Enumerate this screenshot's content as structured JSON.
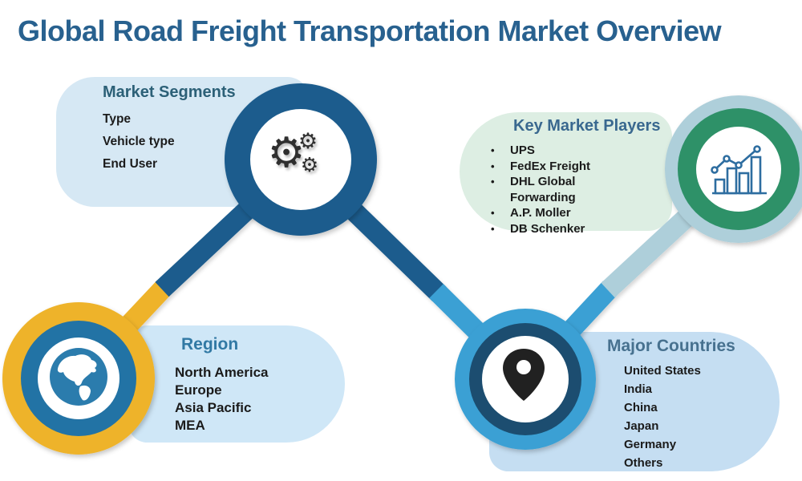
{
  "title": "Global Road Freight Transportation Market Overview",
  "sections": {
    "market_segments": {
      "heading": "Market Segments",
      "items": [
        "Type",
        "Vehicle type",
        "End User"
      ],
      "box_color": "#d6e8f4",
      "heading_color": "#2c6077"
    },
    "key_market_players": {
      "heading": "Key Market Players",
      "bullet": "•",
      "items": [
        "UPS",
        "FedEx Freight",
        "DHL Global Forwarding",
        "A.P. Moller",
        "DB Schenker"
      ],
      "box_color": "#ddeee3",
      "heading_color": "#39688f"
    },
    "region": {
      "heading": "Region",
      "items": [
        "North America",
        "Europe",
        "Asia Pacific",
        "MEA"
      ],
      "box_color": "#cfe7f7",
      "heading_color": "#3179a4"
    },
    "major_countries": {
      "heading": "Major Countries",
      "items": [
        "United States",
        "India",
        "China",
        "Japan",
        "Germany",
        "Others"
      ],
      "box_color": "#c5def2",
      "heading_color": "#47718f"
    }
  },
  "icons": {
    "gears": {
      "glyph": "⚙",
      "name": "gears-icon",
      "color": "#2f2f2f"
    },
    "growth_chart": {
      "name": "growth-chart-icon",
      "color": "#2d6da0"
    },
    "globe": {
      "name": "globe-icon",
      "color": "#2b7cad"
    },
    "location_pin": {
      "name": "location-pin-icon",
      "color": "#212121"
    }
  },
  "colors": {
    "title": "#28618f",
    "dark_blue": "#1b5c8d",
    "bright_blue": "#3aa0d4",
    "pale_blue": "#aecfda",
    "green": "#2e9168",
    "yellow": "#eeb32b",
    "navy": "#1b4e6f",
    "globe_ring_blue": "#2273a5"
  }
}
